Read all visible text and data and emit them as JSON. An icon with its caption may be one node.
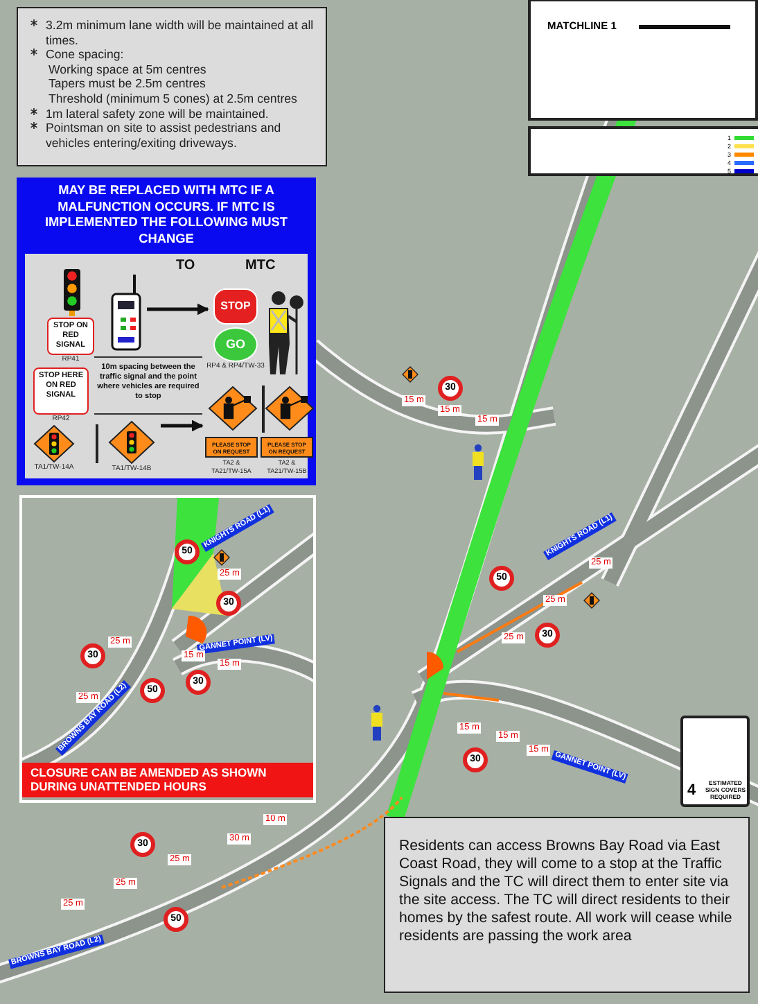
{
  "diagram": {
    "nodes": [
      {
        "text": [
          "3.2m minimum lane width will be maintained at all times.",
          "Cone spacing:",
          "Working space at 5m centres",
          "Tapers must be 2.5m centres",
          "Threshold (minimum 5 cones) at 2.5m centres",
          "1m lateral safety zone will be maintained.",
          "Pointsman on site to assist pedestrians and vehicles entering/exiting driveways."
        ]
      },
      {
        "text": [
          "MAY BE REPLACED WITH MTC IF A MALFUNCTION OCCURS. IF MTC IS IMPLEMENTED THE FOLLOWING MUST CHANGE"
        ]
      },
      {
        "text": [],
        "shape": "picture",
        "in": 1
      },
      {
        "text": [
          "STOP ON RED SIGNAL"
        ],
        "in": 1,
        "beside": [
          "RP41"
        ]
      },
      {
        "text": [],
        "shape": "picture",
        "in": 1
      },
      {
        "text": [
          "STOP HERE ON RED SIGNAL"
        ],
        "in": 1,
        "beside": [
          "RP42"
        ]
      },
      {
        "text": [
          "STOP"
        ],
        "in": 1
      },
      {
        "text": [
          "GO"
        ],
        "in": 1,
        "beside": [
          "RP4 & RP4/TW-33"
        ]
      },
      {
        "text": [],
        "shape": "person",
        "in": 1
      },
      {
        "text": [],
        "shape": "diamond",
        "in": 1,
        "beside": [
          "TA1/TW-14A"
        ]
      },
      {
        "text": [],
        "shape": "diamond",
        "in": 1,
        "beside": [
          "TA1/TW-14B"
        ]
      },
      {
        "text": [],
        "shape": "diamond",
        "in": 1
      },
      {
        "text": [
          "PLEASE STOP ON REQUEST"
        ],
        "in": 1,
        "beside": [
          "TA2 & TA21/TW-15A"
        ]
      },
      {
        "text": [],
        "shape": "diamond",
        "in": 1
      },
      {
        "text": [
          "PLEASE STOP ON REQUEST"
        ],
        "in": 1,
        "beside": [
          "TA2 & TA21/TW-15B"
        ]
      },
      {
        "text": [
          "MATCHLINE 1"
        ]
      },
      {
        "text": [
          "CLOSURE CAN BE AMENDED AS SHOWN DURING UNATTENDED HOURS"
        ]
      },
      {
        "text": [
          "4",
          "ESTIMATED SIGN COVERS REQUIRED"
        ]
      },
      {
        "text": [
          "Residents can access Browns Bay Road via East Coast Road, they will come to a stop at the Traffic Signals and the TC will direct them to enter site via the site access. The TC will direct residents to their homes by the safest route. All work will cease while residents are passing the work area"
        ]
      },
      {
        "text": [
          "30"
        ]
      },
      {
        "text": [
          "50"
        ]
      },
      {
        "text": [
          "50"
        ]
      },
      {
        "text": [
          "30"
        ]
      },
      {
        "text": [
          "30"
        ]
      },
      {
        "text": [
          "30"
        ]
      },
      {
        "text": [
          "30"
        ]
      },
      {
        "text": [
          "50"
        ]
      },
      {
        "text": [
          "30"
        ]
      },
      {
        "text": [
          "30"
        ]
      },
      {
        "text": [
          "50"
        ]
      }
    ],
    "edges": [
      {
        "from": 4,
        "to": 6,
        "arrow": "to"
      },
      {
        "from": 10,
        "to": 11,
        "arrow": "to"
      }
    ],
    "labels": [
      "TO",
      "MTC",
      "10m spacing between the traffic signal and the point where vehicles are required to stop",
      "15 m",
      "15 m",
      "15 m",
      "KNIGHTS ROAD (L1)",
      "25 m",
      "25 m",
      "25 m",
      "15 m",
      "15 m",
      "15 m",
      "GANNET POINT (LV)",
      "KNIGHTS ROAD (L1)",
      "25 m",
      "GANNET POINT (LV)",
      "15 m",
      "15 m",
      "25 m",
      "25 m",
      "BROWNS BAY ROAD (L2)",
      "10 m",
      "30 m",
      "25 m",
      "25 m",
      "25 m",
      "BROWNS BAY ROAD (L2)"
    ],
    "legend": [
      {
        "text": "1",
        "color": "#33dd33"
      },
      {
        "text": "2",
        "color": "#ffe14d"
      },
      {
        "text": "3",
        "color": "#ff8800"
      },
      {
        "text": "4",
        "color": "#2a6bff"
      },
      {
        "text": "5",
        "color": "#0000cc"
      }
    ]
  }
}
